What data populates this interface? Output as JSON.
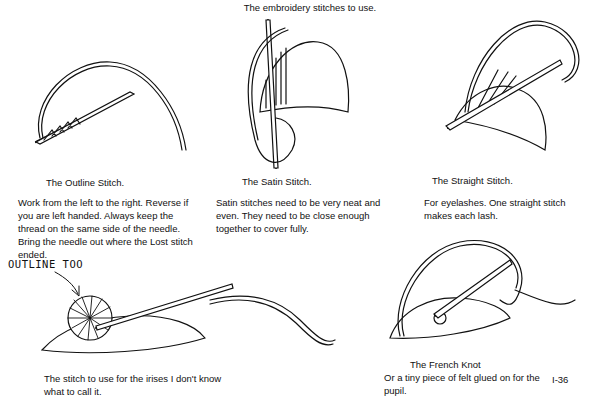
{
  "diagram": {
    "title": "The embroidery stitches to use.",
    "labels": [
      "The Outline Stitch.",
      "Work from the left to the right. Reverse if you are left handed. Always keep the thread on the same side of the needle. Bring the needle out where the Lost stitch ended.",
      "The Satin Stitch.",
      "Satin stitches need to be very neat and even. They need to be close enough together to cover fully.",
      "The Straight Stitch.",
      "For eyelashes. One straight stitch makes each lash.",
      "OUTLINE TOO",
      "The stitch to use for the irises I don't know what to call it.",
      "The French Knot",
      "Or a tiny piece of felt glued on for the pupil.",
      "I-36"
    ]
  }
}
